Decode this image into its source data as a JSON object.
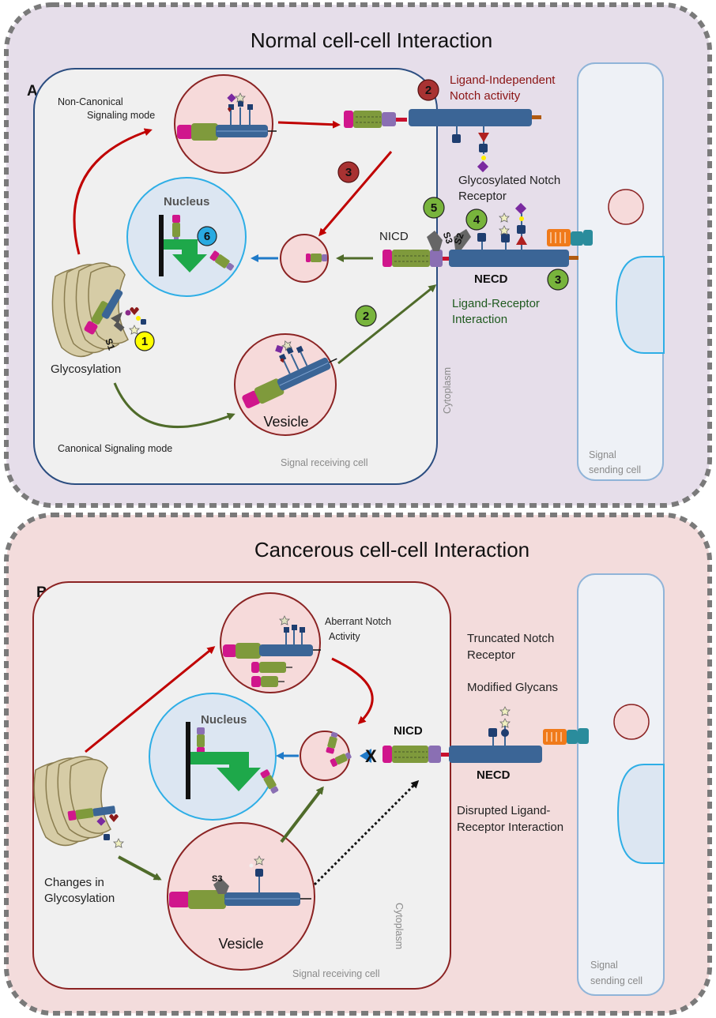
{
  "panel_a": {
    "title": "Normal cell-cell Interaction",
    "letter": "A",
    "non_canonical": [
      "Non-Canonical",
      "Signaling mode"
    ],
    "canonical": "Canonical Signaling mode",
    "glycosylation": "Glycosylation",
    "s1": "S1",
    "nucleus": "Nucleus",
    "vesicle": "Vesicle",
    "nicd": "NICD",
    "necd": "NECD",
    "s2": "S2",
    "s3": "S3",
    "ligand_independent": [
      "Ligand-Independent",
      "Notch activity"
    ],
    "glycosylated_receptor": [
      "Glycosylated Notch",
      "Receptor"
    ],
    "ligand_receptor": [
      "Ligand-Receptor",
      "Interaction"
    ],
    "cytoplasm": "Cytoplasm",
    "receiving_cell": "Signal receiving cell",
    "sending_cell": [
      "Signal",
      "sending cell"
    ],
    "steps": [
      "1",
      "2",
      "3",
      "4",
      "5",
      "6",
      "2",
      "3"
    ]
  },
  "panel_b": {
    "title": "Cancerous cell-cell Interaction",
    "letter": "B",
    "aberrant": [
      "Aberrant Notch",
      "Activity"
    ],
    "truncated": [
      "Truncated Notch",
      "Receptor"
    ],
    "modified_glycans": "Modified Glycans",
    "nucleus": "Nucleus",
    "nicd": "NICD",
    "necd": "NECD",
    "x_mark": "X",
    "s3": "S3",
    "disrupted": [
      "Disrupted Ligand-",
      "Receptor Interaction"
    ],
    "changes": [
      "Changes in",
      "Glycosylation"
    ],
    "vesicle": "Vesicle",
    "cytoplasm": "Cytoplasm",
    "receiving_cell": "Signal receiving cell",
    "sending_cell": [
      "Signal",
      "sending cell"
    ]
  },
  "colors": {
    "panel_a_bg": "#e6deea",
    "panel_b_bg": "#f3dcdc",
    "cell_bg": "#f0f0f0",
    "receptor_blue": "#3b6596",
    "olive": "#7f9a3c",
    "magenta": "#d0168c",
    "vesicle_fill": "#f6dada",
    "vesicle_stroke": "#8b2323",
    "nucleus_fill": "#dce6f2",
    "nucleus_stroke": "#2eaee6",
    "arrow_red": "#c00000",
    "arrow_green": "#4f6b2a",
    "arrow_blue": "#1f7ac8",
    "step_red": "#a83232",
    "step_green": "#78b43c",
    "step_yellow": "#ffff00",
    "step_blue": "#29aae1"
  }
}
